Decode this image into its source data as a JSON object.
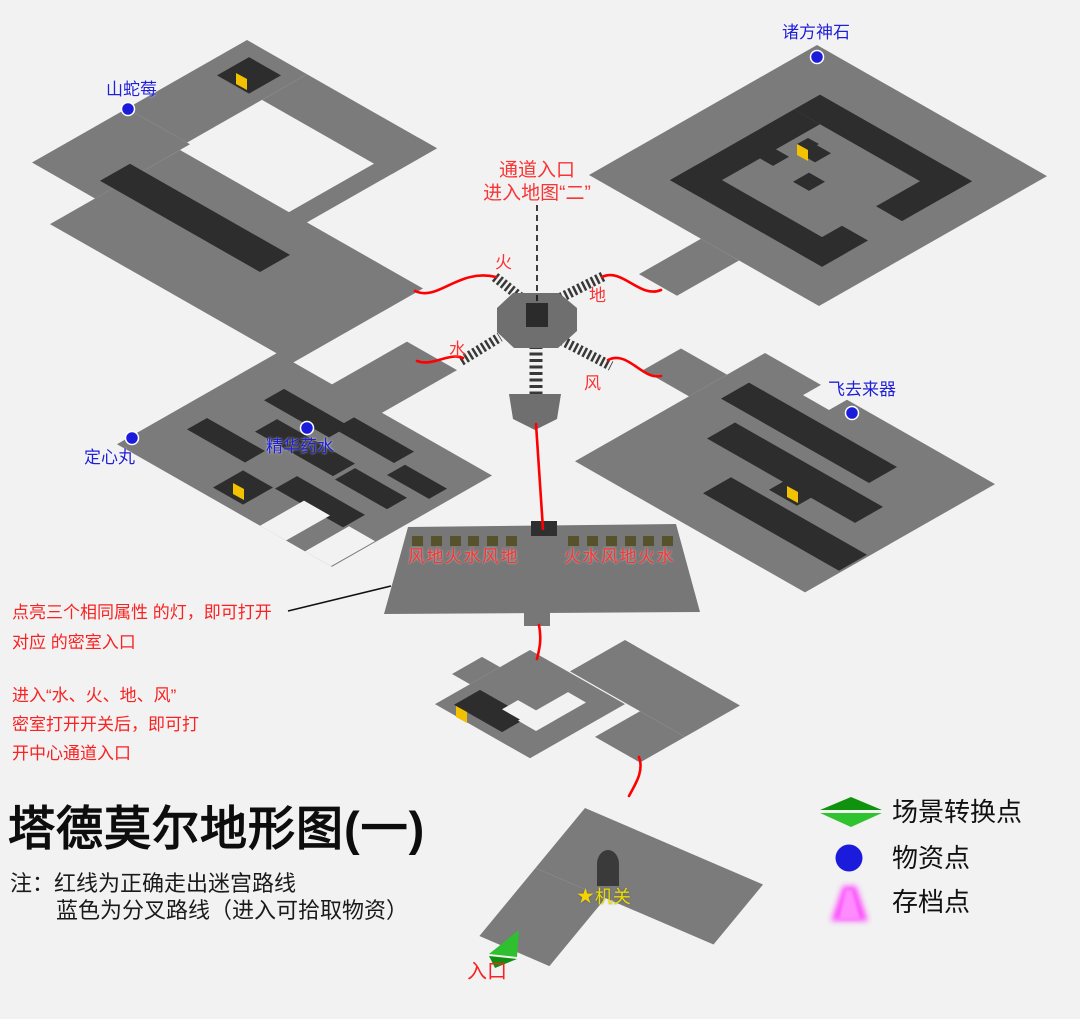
{
  "title": "塔德莫尔地形图(一)",
  "notes": {
    "line1": "注：红线为正确走出迷宫路线",
    "line2": "蓝色为分叉路线（进入可拾取物资）"
  },
  "passage": {
    "line1": "通道入口",
    "line2": "进入地图“二”"
  },
  "hub": {
    "fire": "火",
    "earth": "地",
    "water": "水",
    "wind": "风"
  },
  "item_labels": {
    "tl": "山蛇莓",
    "tr": "诸方神石",
    "water_left": "定心丸",
    "water_mid": "精华药水",
    "wind": "飞去来器"
  },
  "lamps": {
    "left": "风地火水风地",
    "right": "火水风地火水"
  },
  "hints": {
    "lamp1": "点亮三个相同属性 的灯，即可打开",
    "lamp2": "对应 的密室入口",
    "room1": "进入“水、火、地、风”",
    "room2": "密室打开开关后，即可打",
    "room3": "开中心通道入口"
  },
  "mechanism": {
    "star": "★",
    "label": "机关"
  },
  "entrance": "入口",
  "legend": [
    {
      "icon": "scene-transition-icon",
      "label": "场景转换点"
    },
    {
      "icon": "supply-point-icon",
      "label": "物资点"
    },
    {
      "icon": "save-point-icon",
      "label": "存档点"
    }
  ],
  "colors": {
    "route_red": "#ff0000",
    "branch_blue": "#1f1fd6",
    "map_gray": "#7b7b7b",
    "maze_dark": "#2d2d2d",
    "chest_yellow": "#f2c200",
    "lamp_olive": "#56522c",
    "transition_green": "#22b422",
    "save_magenta": "#ff2bff"
  }
}
